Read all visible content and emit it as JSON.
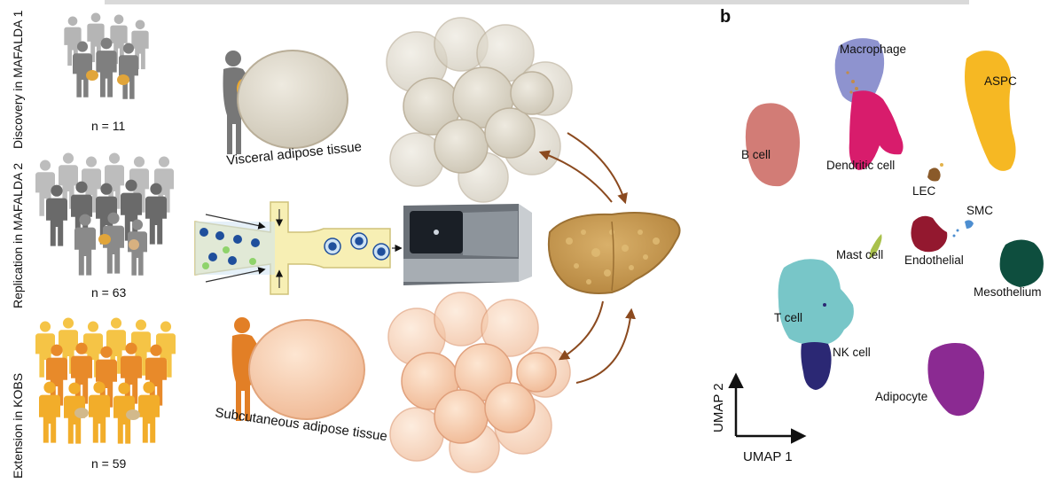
{
  "panel_a": {
    "rows": [
      {
        "label": "Discovery in MAFALDA 1",
        "n": "n = 11",
        "color": "#8f8f8f"
      },
      {
        "label": "Replication in MAFALDA 2",
        "n": "n = 63",
        "color": "#5f5f5f"
      },
      {
        "label": "Extension in KOBS",
        "n": "n = 59",
        "color": "#e9a626"
      }
    ],
    "visceral_label": "Visceral adipose tissue",
    "subcutaneous_label": "Subcutaneous adipose tissue",
    "colors": {
      "visceral_cells": "#ddd8cc",
      "subcutaneous_cells": "#f8d3b5",
      "liver": "#c99b4f",
      "arrow": "#8b4a1f",
      "microfluidic": "#f7efb4",
      "bead": "#1f4f9c"
    }
  },
  "panel_b": {
    "letter": "b",
    "x_axis": "UMAP 1",
    "y_axis": "UMAP 2",
    "clusters": [
      {
        "name": "Macrophage",
        "color": "#8e93cf"
      },
      {
        "name": "ASPC",
        "color": "#f6b823"
      },
      {
        "name": "B cell",
        "color": "#d27c76"
      },
      {
        "name": "Dendritic cell",
        "color": "#d81c6c"
      },
      {
        "name": "LEC",
        "color": "#8a5a2a"
      },
      {
        "name": "SMC",
        "color": "#4d8ed0"
      },
      {
        "name": "Mast cell",
        "color": "#a9c14b"
      },
      {
        "name": "Endothelial",
        "color": "#93182f"
      },
      {
        "name": "Mesothelium",
        "color": "#0e4e3e"
      },
      {
        "name": "T cell",
        "color": "#78c6c8"
      },
      {
        "name": "NK cell",
        "color": "#2b2874"
      },
      {
        "name": "Adipocyte",
        "color": "#8b2a92"
      }
    ]
  }
}
